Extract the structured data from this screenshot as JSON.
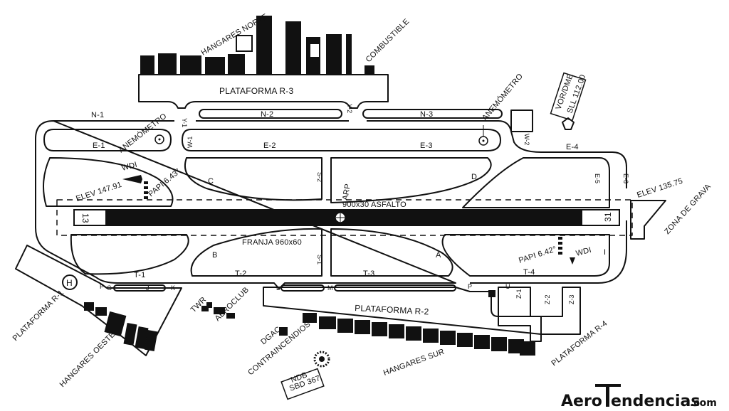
{
  "colors": {
    "ink": "#111111",
    "paper": "#ffffff",
    "watermark": "#111111"
  },
  "labels": {
    "hangares_norte": "HANGARES NORTE",
    "combustible": "COMBUSTIBLE",
    "plataforma_r3": "PLATAFORMA R-3",
    "plataforma_r1": "PLATAFORMA R-1",
    "plataforma_r2": "PLATAFORMA R-2",
    "plataforma_r4": "PLATAFORMA R-4",
    "hangares_oeste": "HANGARES OESTE",
    "hangares_sur": "HANGARES SUR",
    "twr": "TWR",
    "aeroclub": "AEROCLUB",
    "dgac": "DGAC",
    "contraincendios": "CONTRAINCENDIOS",
    "ndb": "NDB",
    "ndb_freq": "SBD 367",
    "vor": "VOR/DME",
    "vor_freq": "SLL 112.00",
    "anemometro_1": "ANEMÓMETRO",
    "anemometro_2": "ANEMÓMETRO",
    "elev_west": "ELEV 147.91",
    "elev_east": "ELEV 135.75",
    "wdi_1": "WDI",
    "wdi_2": "WDI",
    "papi_1": "PAPI 6.43°",
    "papi_2": "PAPI 6.42°",
    "runway_spec": "900x30 ASFALTO",
    "franja": "FRANJA 960x60",
    "arp": "ARP",
    "zona_grava": "ZONA DE GRAVA",
    "rwy_13": "13",
    "rwy_31": "31",
    "heli": "H"
  },
  "taxiways": {
    "n1": "N-1",
    "n2": "N-2",
    "n3": "N-3",
    "y1": "Y-1",
    "y2": "Y-2",
    "w1": "W-1",
    "w2": "W-2",
    "e1": "E-1",
    "e2": "E-2",
    "e3": "E-3",
    "e4": "E-4",
    "e5": "E-5",
    "e6": "E-6",
    "s1": "S-1",
    "s2": "S-2",
    "t1": "T-1",
    "t2": "T-2",
    "t3": "T-3",
    "t4": "T-4",
    "z1": "Z-1",
    "z2": "Z-2",
    "z3": "Z-3",
    "a": "A",
    "b": "B",
    "c": "C",
    "d": "D",
    "f": "F",
    "g": "G",
    "j": "J",
    "k": "K",
    "l": "L",
    "m": "M",
    "p": "P",
    "u": "U",
    "i": "I"
  },
  "watermark": {
    "part1": "Aero",
    "part2": "endencias",
    "part3": ".com"
  }
}
